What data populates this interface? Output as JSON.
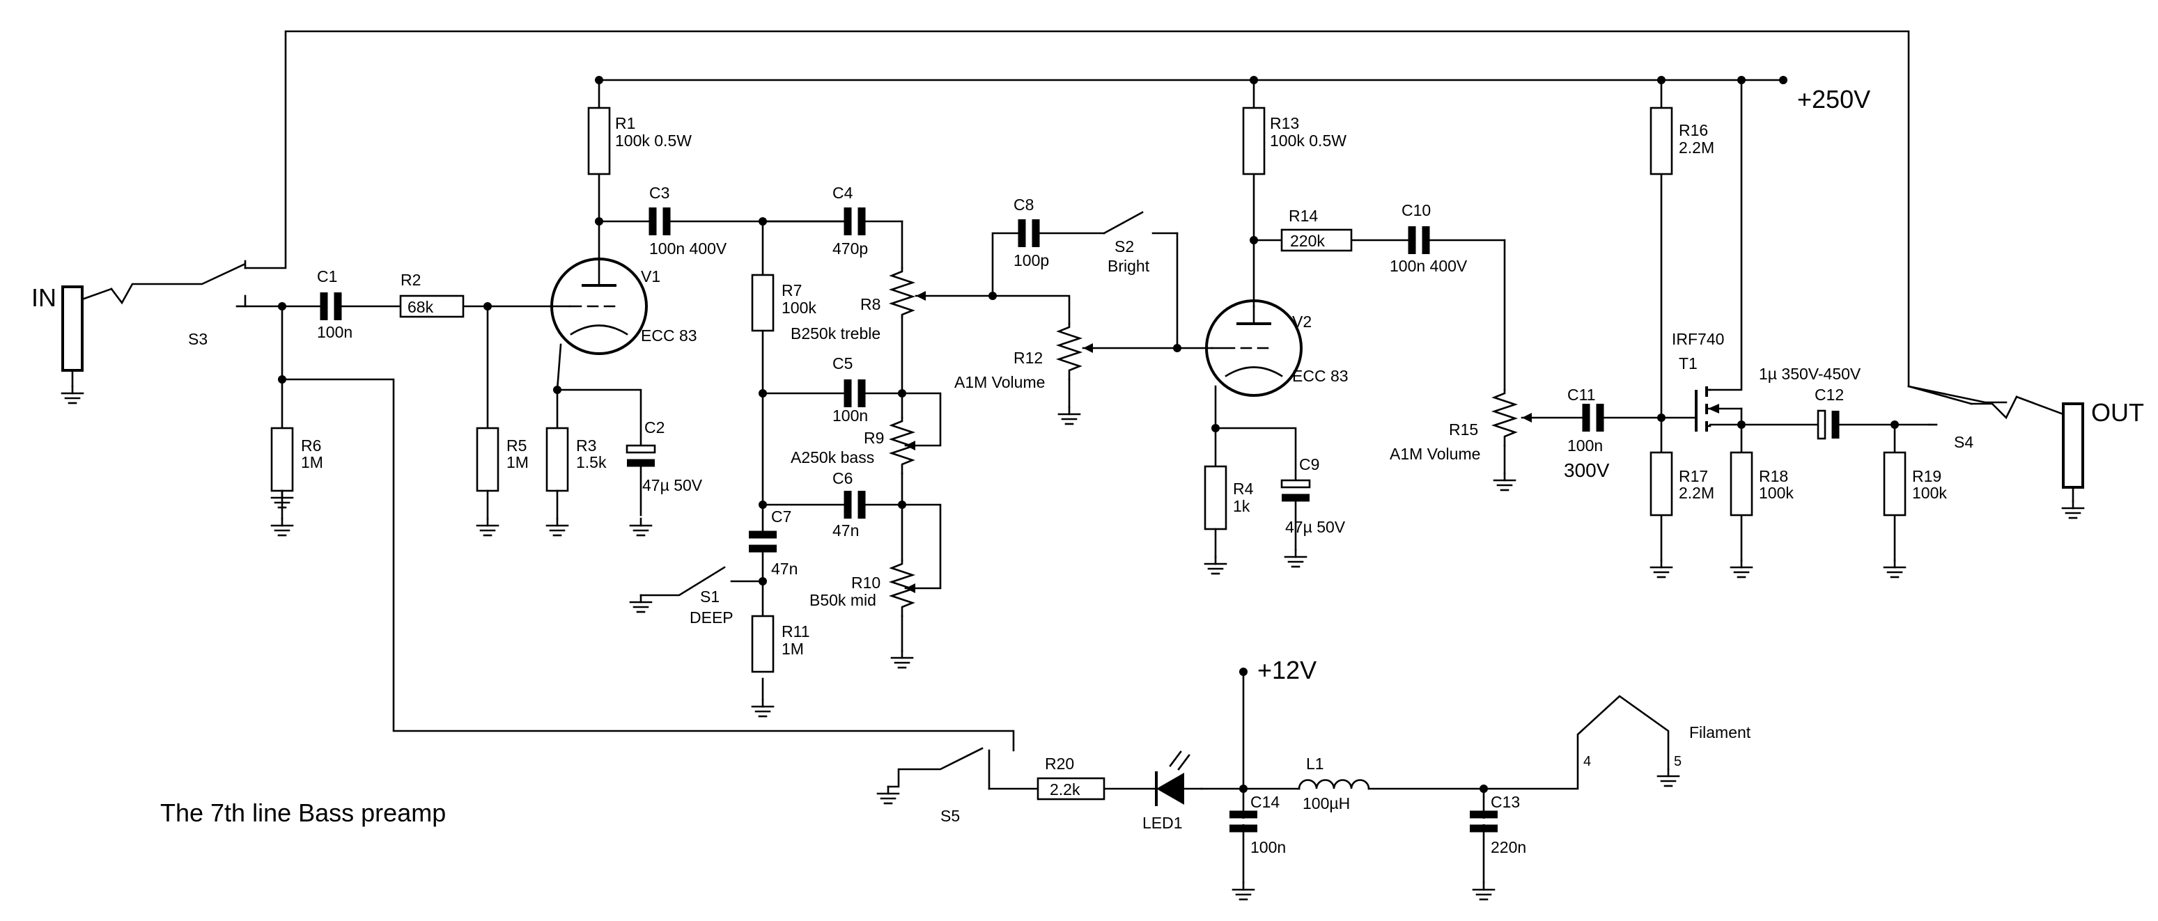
{
  "title": "The 7th line Bass preamp",
  "rails": {
    "hv": "+250V",
    "lv": "+12V"
  },
  "connectors": {
    "in": "IN",
    "out": "OUT"
  },
  "components": {
    "R1": {
      "ref": "R1",
      "value": "100k 0.5W"
    },
    "R2": {
      "ref": "R2",
      "value": "68k"
    },
    "R3": {
      "ref": "R3",
      "value": "1.5k"
    },
    "R4": {
      "ref": "R4",
      "value": "1k"
    },
    "R5": {
      "ref": "R5",
      "value": "1M"
    },
    "R6": {
      "ref": "R6",
      "value": "1M"
    },
    "R7": {
      "ref": "R7",
      "value": "100k"
    },
    "R8": {
      "ref": "R8",
      "value": "B250k treble"
    },
    "R9": {
      "ref": "R9",
      "value": "A250k bass"
    },
    "R10": {
      "ref": "R10",
      "value": "B50k mid"
    },
    "R11": {
      "ref": "R11",
      "value": "1M"
    },
    "R12": {
      "ref": "R12",
      "value": "A1M Volume"
    },
    "R13": {
      "ref": "R13",
      "value": "100k 0.5W"
    },
    "R14": {
      "ref": "R14",
      "value": "220k"
    },
    "R15": {
      "ref": "R15",
      "value": "A1M Volume"
    },
    "R16": {
      "ref": "R16",
      "value": "2.2M"
    },
    "R17": {
      "ref": "R17",
      "value": "2.2M"
    },
    "R18": {
      "ref": "R18",
      "value": "100k"
    },
    "R19": {
      "ref": "R19",
      "value": "100k"
    },
    "R20": {
      "ref": "R20",
      "value": "2.2k"
    },
    "C1": {
      "ref": "C1",
      "value": "100n"
    },
    "C2": {
      "ref": "C2",
      "value": "47µ 50V"
    },
    "C3": {
      "ref": "C3",
      "value": "100n 400V"
    },
    "C4": {
      "ref": "C4",
      "value": "470p"
    },
    "C5": {
      "ref": "C5",
      "value": "100n"
    },
    "C6": {
      "ref": "C6",
      "value": "47n"
    },
    "C7": {
      "ref": "C7",
      "value": "47n"
    },
    "C8": {
      "ref": "C8",
      "value": "100p"
    },
    "C9": {
      "ref": "C9",
      "value": "47µ 50V"
    },
    "C10": {
      "ref": "C10",
      "value": "100n 400V"
    },
    "C11": {
      "ref": "C11",
      "value": "100n",
      "extra": "300V"
    },
    "C12": {
      "ref": "C12",
      "value": "1µ 350V-450V"
    },
    "C13": {
      "ref": "C13",
      "value": "220n"
    },
    "C14": {
      "ref": "C14",
      "value": "100n"
    },
    "V1": {
      "ref": "V1",
      "value": "ECC 83"
    },
    "V2": {
      "ref": "V2",
      "value": "ECC 83"
    },
    "T1": {
      "ref": "T1",
      "value": "IRF740"
    },
    "L1": {
      "ref": "L1",
      "value": "100µH"
    },
    "LED1": {
      "ref": "LED1"
    },
    "S1": {
      "ref": "S1",
      "value": "DEEP"
    },
    "S2": {
      "ref": "S2",
      "value": "Bright"
    },
    "S3": {
      "ref": "S3"
    },
    "S4": {
      "ref": "S4"
    },
    "S5": {
      "ref": "S5"
    }
  },
  "filament": {
    "label": "Filament",
    "pin_a": "4",
    "pin_b": "5"
  }
}
